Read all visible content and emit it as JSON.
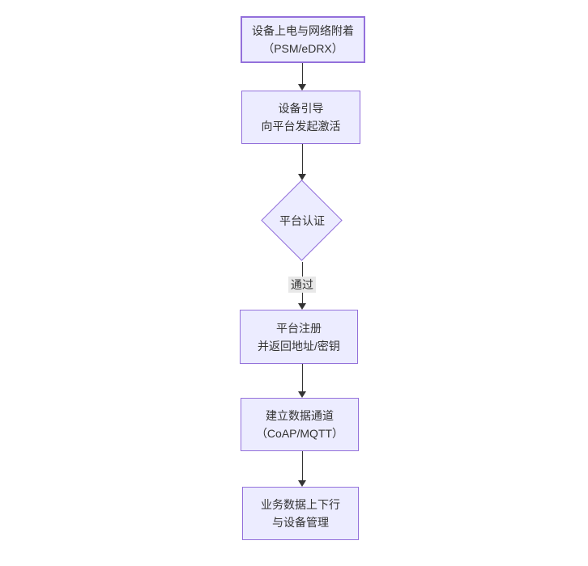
{
  "diagram": {
    "type": "flowchart-top-down",
    "background": "#ffffff",
    "colors": {
      "node_fill": "#ECECFF",
      "node_border": "#9370DB",
      "edge_stroke": "#333333",
      "text": "#333333",
      "edge_label_bg": "#e8e8e8"
    },
    "nodes": [
      {
        "id": "power-attach",
        "shape": "rect",
        "lines": [
          "设备上电与网络附着",
          "（PSM/eDRX）"
        ]
      },
      {
        "id": "bootstrap",
        "shape": "rect",
        "lines": [
          "设备引导",
          "向平台发起激活"
        ]
      },
      {
        "id": "platform-auth",
        "shape": "diamond",
        "lines": [
          "平台认证"
        ]
      },
      {
        "id": "platform-register",
        "shape": "rect",
        "lines": [
          "平台注册",
          "并返回地址/密钥"
        ]
      },
      {
        "id": "data-channel",
        "shape": "rect",
        "lines": [
          "建立数据通道",
          "（CoAP/MQTT）"
        ]
      },
      {
        "id": "business-data",
        "shape": "rect",
        "lines": [
          "业务数据上下行",
          "与设备管理"
        ]
      }
    ],
    "edges": [
      {
        "from": "power-attach",
        "to": "bootstrap",
        "label": ""
      },
      {
        "from": "bootstrap",
        "to": "platform-auth",
        "label": ""
      },
      {
        "from": "platform-auth",
        "to": "platform-register",
        "label": "通过"
      },
      {
        "from": "platform-register",
        "to": "data-channel",
        "label": ""
      },
      {
        "from": "data-channel",
        "to": "business-data",
        "label": ""
      }
    ]
  }
}
